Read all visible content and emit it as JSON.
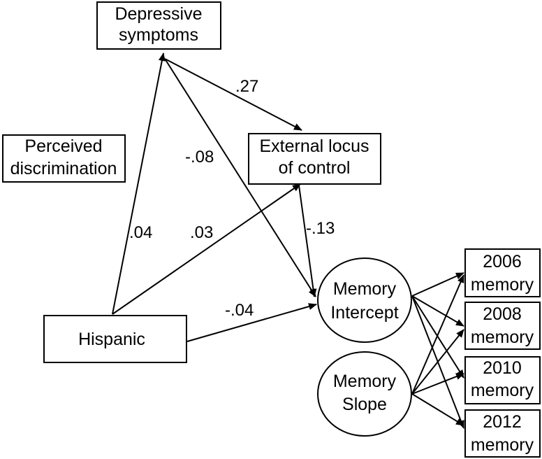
{
  "nodes": {
    "depressive": {
      "lines": [
        "Depressive",
        "symptoms"
      ]
    },
    "perceived": {
      "lines": [
        "Perceived",
        "discrimination"
      ]
    },
    "locus": {
      "lines": [
        "External locus",
        "of control"
      ]
    },
    "hispanic": {
      "lines": [
        "Hispanic"
      ]
    },
    "intercept": {
      "lines": [
        "Memory",
        "Intercept"
      ]
    },
    "slope": {
      "lines": [
        "Memory",
        "Slope"
      ]
    },
    "mem2006": {
      "lines": [
        "2006",
        "memory"
      ]
    },
    "mem2008": {
      "lines": [
        "2008",
        "memory"
      ]
    },
    "mem2010": {
      "lines": [
        "2010",
        "memory"
      ]
    },
    "mem2012": {
      "lines": [
        "2012",
        "memory"
      ]
    }
  },
  "paths": {
    "depressive_to_locus": ".27",
    "depressive_to_intercept": "-.08",
    "hispanic_to_depressive": ".04",
    "hispanic_to_locus": ".03",
    "locus_to_intercept": "-.13",
    "hispanic_to_intercept": "-.04"
  }
}
